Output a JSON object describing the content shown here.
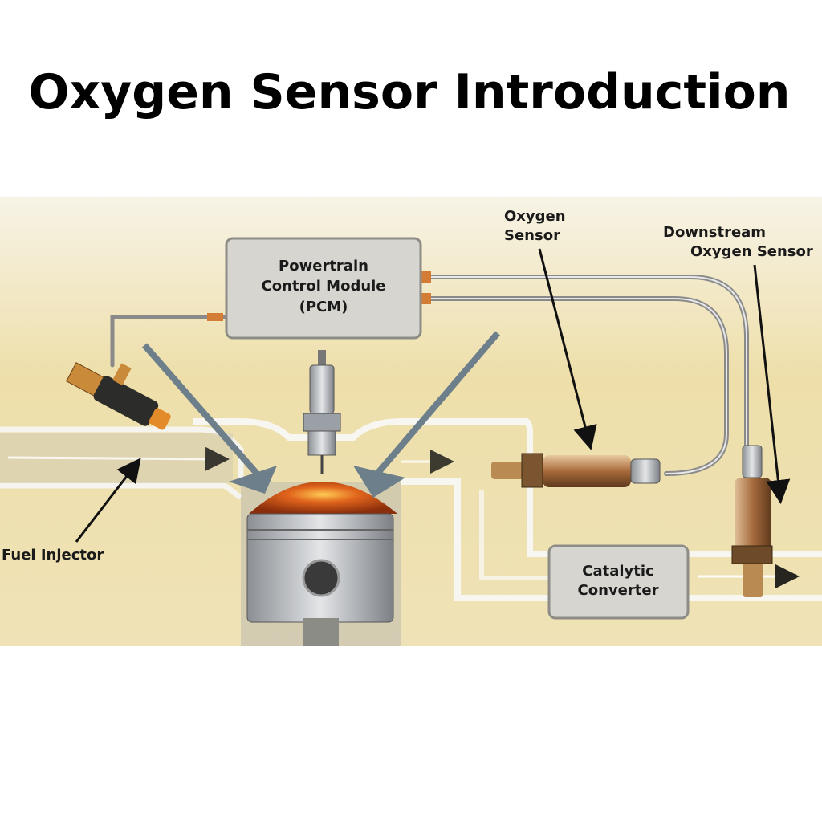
{
  "title": "Oxygen Sensor Introduction",
  "labels": {
    "pcm_line1": "Powertrain",
    "pcm_line2": "Control Module",
    "pcm_line3": "(PCM)",
    "oxygen_sensor_line1": "Oxygen",
    "oxygen_sensor_line2": "Sensor",
    "downstream_line1": "Downstream",
    "downstream_line2": "Oxygen Sensor",
    "fuel_injector": "Fuel Injector",
    "catalytic_line1": "Catalytic",
    "catalytic_line2": "Converter"
  },
  "colors": {
    "background": "#f1e6c2",
    "copper": "#c9782f",
    "pcm": "#d9d8d2",
    "flame": "#d8571a"
  }
}
